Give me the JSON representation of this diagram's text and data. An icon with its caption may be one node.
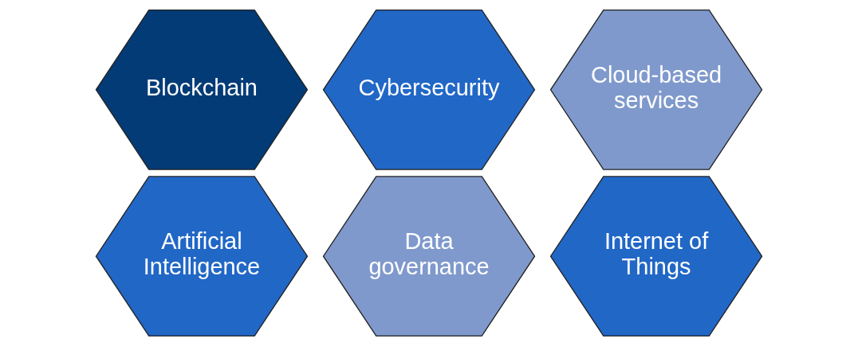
{
  "diagram": {
    "nodes": [
      {
        "text": [
          "Blockchain"
        ]
      },
      {
        "text": [
          "Cybersecurity"
        ]
      },
      {
        "text": [
          "Cloud-based services"
        ]
      },
      {
        "text": [
          "Artificial Intelligence"
        ]
      },
      {
        "text": [
          "Data governance"
        ]
      },
      {
        "text": [
          "Internet of Things"
        ]
      }
    ]
  }
}
